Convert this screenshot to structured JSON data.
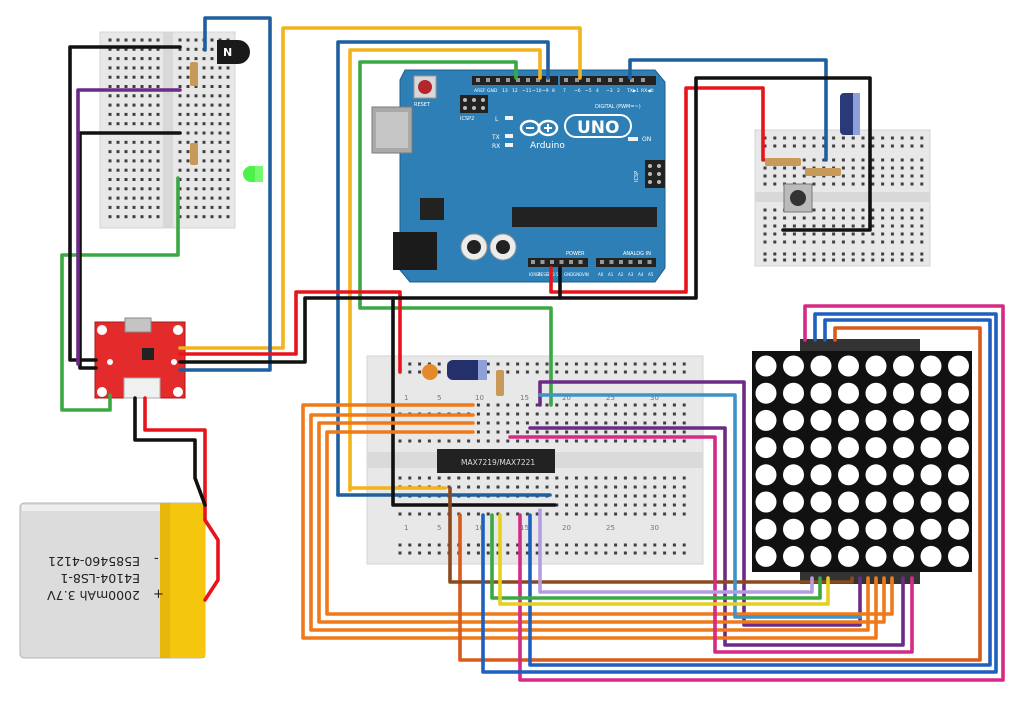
{
  "arduino": {
    "brand": "Arduino",
    "model": "UNO",
    "reset_label": "RESET",
    "icsp2_label": "ICSP2",
    "icsp_label": "ICSP",
    "aref_label": "AREF",
    "gnd_label": "GND",
    "l_label": "L",
    "tx_label": "TX",
    "rx_label": "RX",
    "on_label": "ON",
    "digital_label": "DIGITAL (PWM=~)",
    "power_label": "POWER",
    "analog_label": "ANALOG IN",
    "power_pins": [
      "IOREF",
      "RESET",
      "3V3",
      "5V",
      "GND",
      "GND",
      "VIN"
    ],
    "analog_pins": [
      "A0",
      "A1",
      "A2",
      "A3",
      "A4",
      "A5"
    ],
    "digital_pins_high": [
      "13",
      "12",
      "~11",
      "~10",
      "~9",
      "8"
    ],
    "digital_pins_low": [
      "7",
      "~6",
      "~5",
      "4",
      "~3",
      "2",
      "TX▶1",
      "RX◀0"
    ]
  },
  "chip": {
    "label": "MAX7219/MAX7221"
  },
  "breadboard": {
    "col_labels": [
      "1",
      "5",
      "10",
      "15",
      "20",
      "25",
      "30"
    ]
  },
  "battery": {
    "line1": "2000mAh 3.7V",
    "line2": "E4104-LS8-1",
    "line3": "E585460-4121",
    "plus": "+",
    "minus": "-"
  },
  "transistor": {
    "label": "N"
  },
  "colors": {
    "arduino_board": "#2d7fb5",
    "wire_red": "#e8141c",
    "wire_black": "#111111",
    "wire_yellow": "#f2b31b",
    "wire_blue": "#1f5f9e",
    "wire_green": "#3aa843",
    "wire_purple": "#6b2b86",
    "wire_orange": "#f07a1a",
    "wire_pink": "#d52a85",
    "charger_board": "#e32b2b",
    "battery_band": "#f5c60e"
  },
  "matrix": {
    "rows": 8,
    "cols": 8
  }
}
